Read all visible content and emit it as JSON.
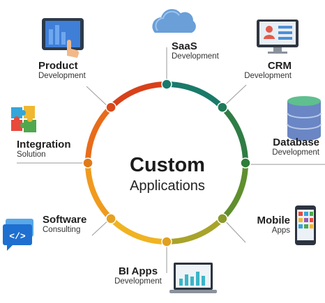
{
  "center": {
    "title": "Custom",
    "subtitle": "Applications"
  },
  "nodes": [
    {
      "key": "saas",
      "title": "SaaS",
      "subtitle": "Development",
      "icon": "cloud-icon",
      "color": "#1a7a6a"
    },
    {
      "key": "crm",
      "title": "CRM",
      "subtitle": "Development",
      "icon": "crm-monitor-icon",
      "color": "#1f7a58"
    },
    {
      "key": "database",
      "title": "Database",
      "subtitle": "Development",
      "icon": "database-icon",
      "color": "#2e7d3a"
    },
    {
      "key": "mobile",
      "title": "Mobile",
      "subtitle": "Apps",
      "icon": "mobile-phone-icon",
      "color": "#8a9a2a"
    },
    {
      "key": "bi",
      "title": "BI Apps",
      "subtitle": "Development",
      "icon": "analytics-laptop-icon",
      "color": "#e0a020"
    },
    {
      "key": "software",
      "title": "Software",
      "subtitle": "Consulting",
      "icon": "code-chat-icon",
      "color": "#e8a020"
    },
    {
      "key": "integration",
      "title": "Integration",
      "subtitle": "Solution",
      "icon": "puzzle-icon",
      "color": "#e07a18"
    },
    {
      "key": "product",
      "title": "Product",
      "subtitle": "Development",
      "icon": "tablet-touch-icon",
      "color": "#d84a1a"
    }
  ],
  "ring_colors": [
    "#1a7a6a",
    "#2f7d45",
    "#5f8f2e",
    "#a8a32a",
    "#f0b322",
    "#f09a1e",
    "#e86c1a",
    "#d8411a"
  ]
}
